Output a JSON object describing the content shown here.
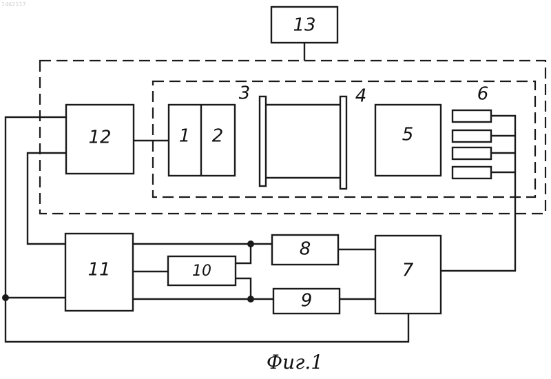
{
  "header_mark": "1462117",
  "caption": "Фиг.1",
  "blocks": {
    "b1": "1",
    "b2": "2",
    "b3": "3",
    "b4": "4",
    "b5": "5",
    "b6": "6",
    "b7": "7",
    "b8": "8",
    "b9": "9",
    "b10": "10",
    "b11": "11",
    "b12": "12",
    "b13": "13"
  }
}
